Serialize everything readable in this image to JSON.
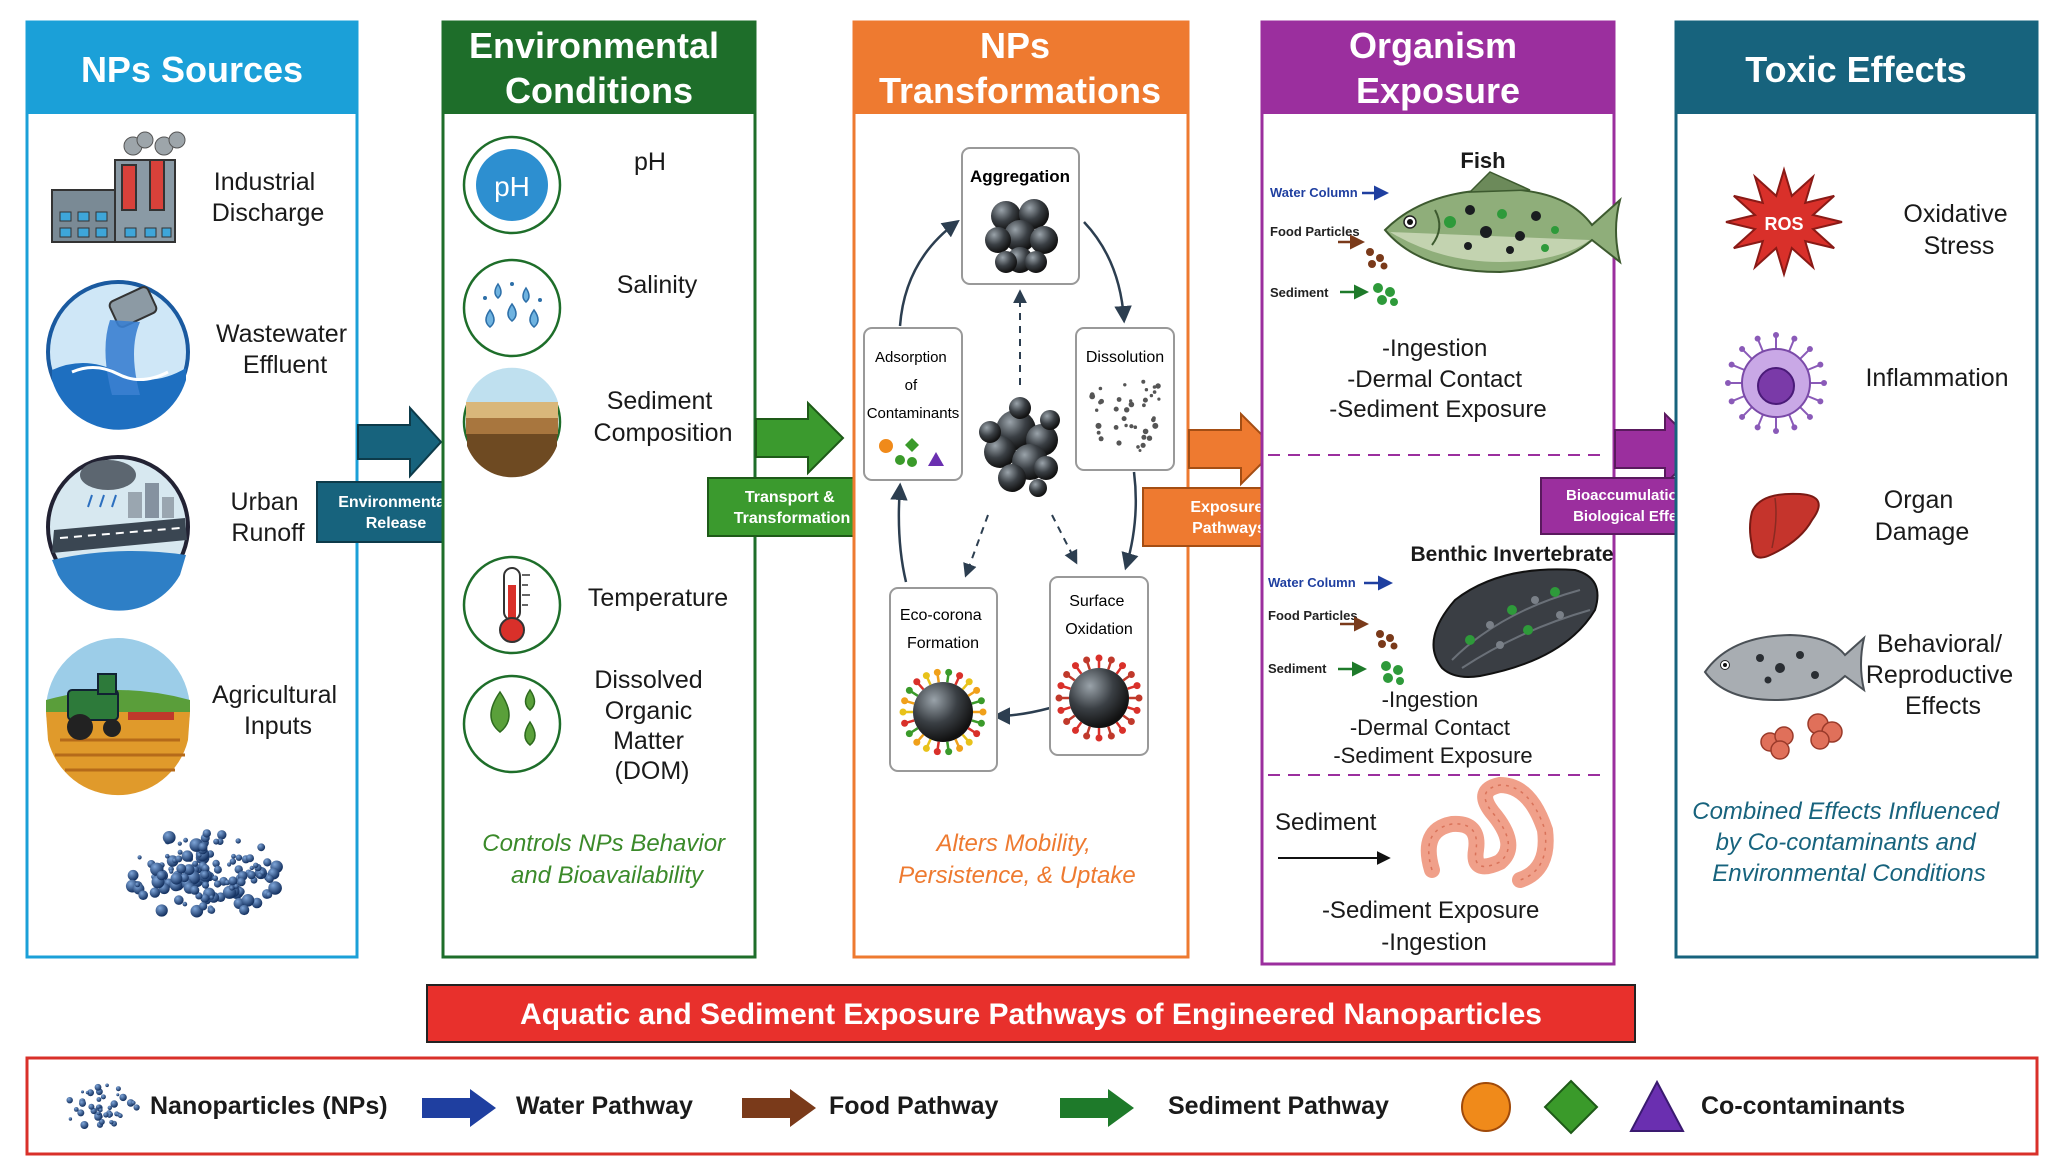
{
  "colors": {
    "sources": "#1ba0d8",
    "environment": "#1e6e2a",
    "transformations": "#ee7a30",
    "exposure": "#9b2f9e",
    "toxic": "#17637d",
    "banner": "#e8302c",
    "water": "#1f3fa0",
    "food": "#7a3a1a",
    "sediment": "#1e7a2a"
  },
  "columns": {
    "sources": {
      "title": "NPs Sources",
      "items": [
        {
          "icon": "factory-icon",
          "label": [
            "Industrial",
            "Discharge"
          ]
        },
        {
          "icon": "wastewater-icon",
          "label": [
            "Wastewater",
            "Effluent"
          ]
        },
        {
          "icon": "urban-runoff-icon",
          "label": [
            "Urban",
            "Runoff"
          ]
        },
        {
          "icon": "tractor-field-icon",
          "label": [
            "Agricultural",
            "Inputs"
          ]
        }
      ]
    },
    "environment": {
      "title": [
        "Environmental",
        "Conditions"
      ],
      "items": [
        {
          "icon": "ph-icon",
          "icon_text": "pH",
          "label": [
            "pH"
          ]
        },
        {
          "icon": "salinity-icon",
          "label": [
            "Salinity"
          ]
        },
        {
          "icon": "sediment-layers-icon",
          "label": [
            "Sediment",
            "Composition"
          ]
        },
        {
          "icon": "thermometer-icon",
          "label": [
            "Temperature"
          ]
        },
        {
          "icon": "dom-drops-icon",
          "label": [
            "Dissolved",
            "Organic",
            "Matter",
            "(DOM)"
          ]
        }
      ],
      "caption": [
        "Controls NPs Behavior",
        "and Bioavailability"
      ]
    },
    "transformations": {
      "title": [
        "NPs",
        "Transformations"
      ],
      "processes": {
        "aggregation": [
          "Aggregation"
        ],
        "dissolution": [
          "Dissolution"
        ],
        "oxidation": [
          "Surface",
          "Oxidation"
        ],
        "ecocorona": [
          "Eco-corona",
          "Formation"
        ],
        "adsorption": [
          "Adsorption",
          "of",
          "Contaminants"
        ]
      },
      "caption": [
        "Alters Mobility,",
        "Persistence, & Uptake"
      ]
    },
    "exposure": {
      "title": [
        "Organism",
        "Exposure"
      ],
      "fish": {
        "title": "Fish",
        "pathways": [
          "Water Column",
          "Food Particles",
          "Sediment"
        ],
        "routes": [
          "-Ingestion",
          "-Dermal Contact",
          "-Sediment Exposure"
        ]
      },
      "benthic": {
        "title": "Benthic Invertebrate",
        "pathways": [
          "Water Column",
          "Food Particles",
          "Sediment"
        ],
        "routes": [
          "-Ingestion",
          "-Dermal Contact",
          "-Sediment Exposure"
        ]
      },
      "sediment": {
        "title": "Sediment",
        "routes": [
          "-Sediment Exposure",
          "-Ingestion"
        ]
      }
    },
    "toxic": {
      "title": "Toxic Effects",
      "items": [
        {
          "icon": "ros-burst-icon",
          "icon_text": "ROS",
          "label": [
            "Oxidative",
            "Stress"
          ]
        },
        {
          "icon": "immune-cell-icon",
          "label": [
            "Inflammation"
          ]
        },
        {
          "icon": "liver-icon",
          "label": [
            "Organ",
            "Damage"
          ]
        },
        {
          "icon": "fish-eggs-icon",
          "label": [
            "Behavioral/",
            "Reproductive",
            "Effects"
          ]
        }
      ],
      "caption": [
        "Combined Effects Influenced",
        "by Co-contaminants and",
        "Environmental Conditions"
      ]
    }
  },
  "connectors": [
    {
      "label": [
        "Environmental",
        "Release"
      ],
      "color": "#17637d"
    },
    {
      "label": [
        "Transport &",
        "Transformation"
      ],
      "color": "#3b9a2e"
    },
    {
      "label": [
        "Exposure",
        "Pathways"
      ],
      "color": "#ee7a30"
    },
    {
      "label": [
        "Bioaccumulation &",
        "Biological Effects"
      ],
      "color": "#9b2f9e"
    }
  ],
  "banner": "Aquatic and Sediment Exposure Pathways of Engineered Nanoparticles",
  "legend": {
    "nanoparticles": "Nanoparticles (NPs)",
    "water": "Water Pathway",
    "food": "Food Pathway",
    "sediment": "Sediment Pathway",
    "cocontaminants": "Co-contaminants"
  }
}
